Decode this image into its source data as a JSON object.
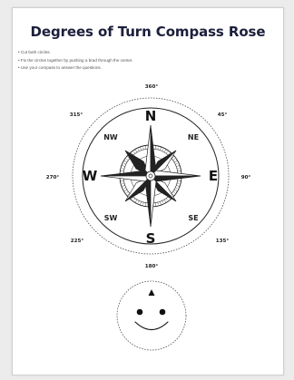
{
  "title": "Degrees of Turn Compass Rose",
  "instructions": [
    "Cut both circles.",
    "Fix the circles together by pushing a brad through the center.",
    "Use your compass to answer the questions."
  ],
  "degrees": {
    "d0": "360°",
    "d45": "45°",
    "d90": "90°",
    "d135": "135°",
    "d180": "180°",
    "d225": "225°",
    "d270": "270°",
    "d315": "315°"
  },
  "cardinal": {
    "north": "N",
    "east": "E",
    "south": "S",
    "west": "W"
  },
  "intercardinal": {
    "northwest": "NW",
    "northeast": "NE",
    "southwest": "SW",
    "southeast": "SE"
  },
  "colors": {
    "title": "#1b1f3b",
    "ink": "#222222",
    "background": "#ececec",
    "paper": "#ffffff"
  }
}
